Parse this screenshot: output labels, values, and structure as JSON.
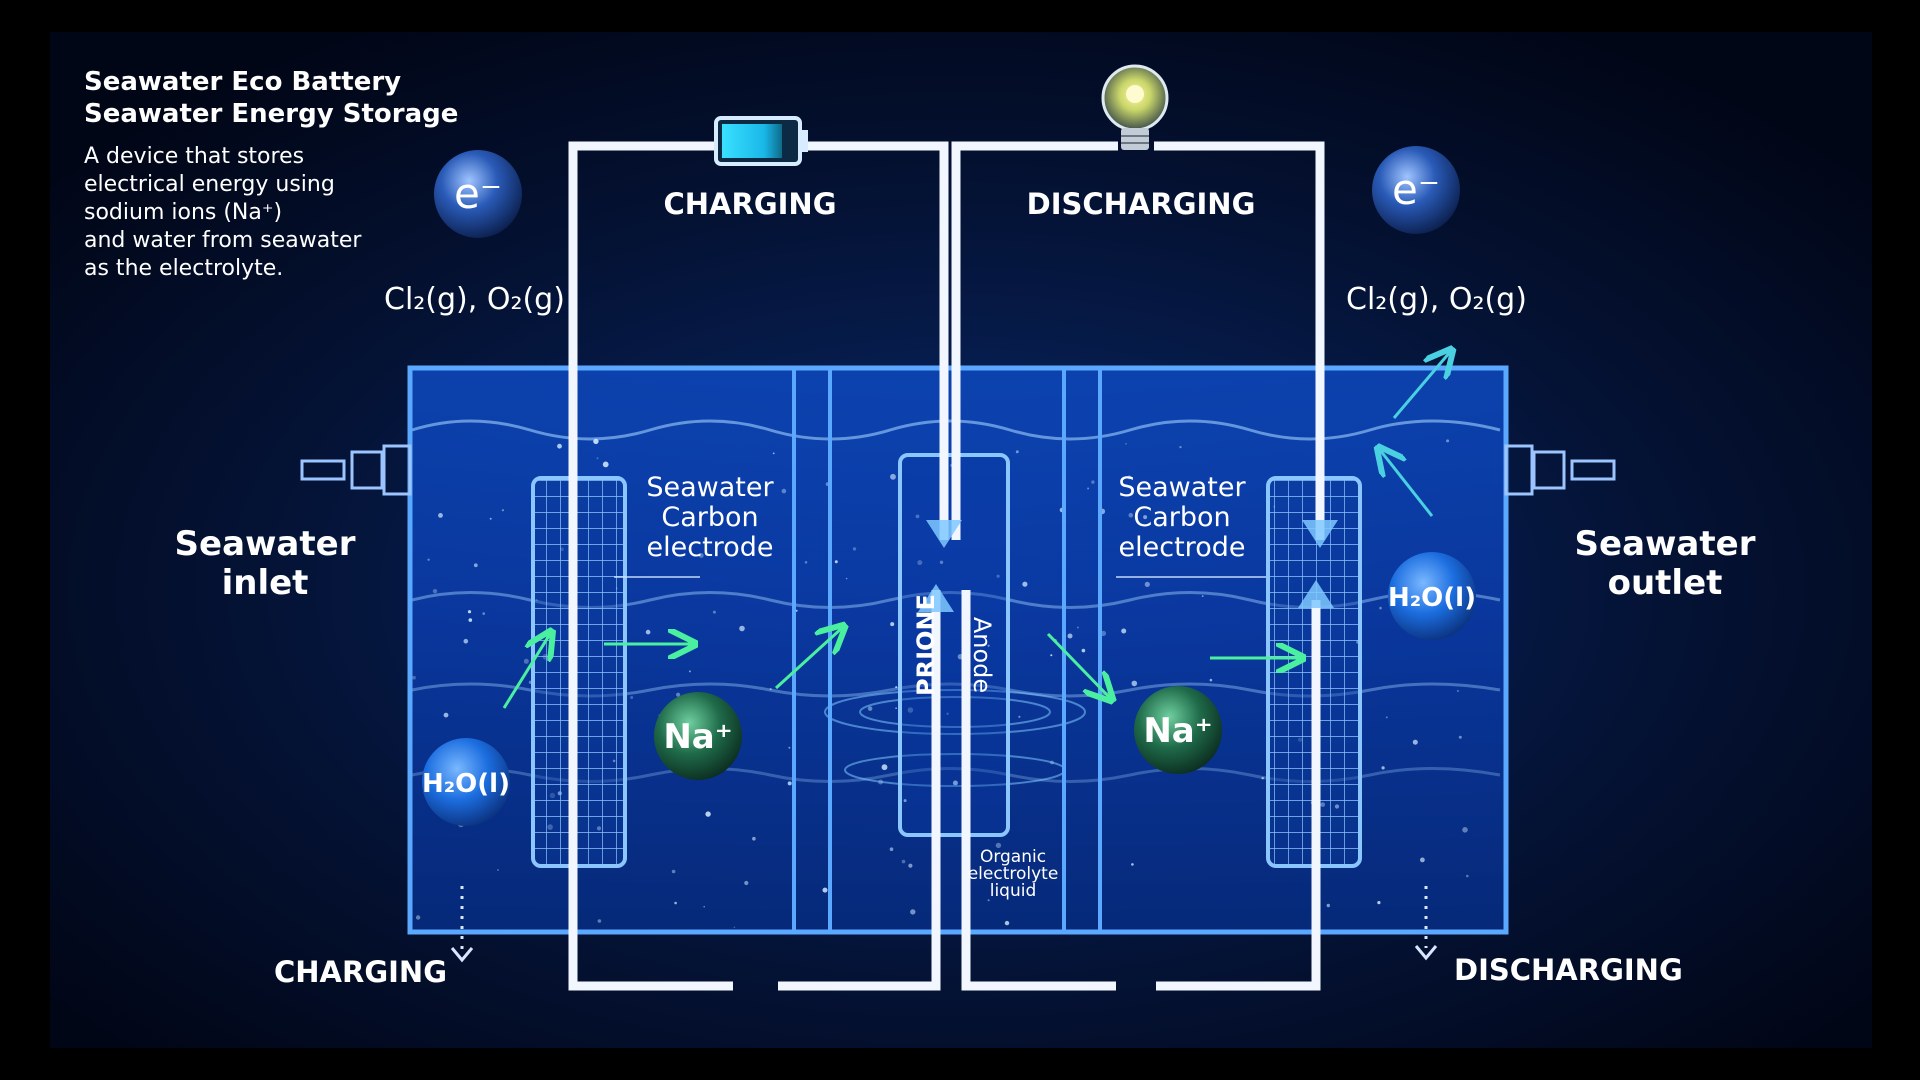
{
  "title": {
    "line1": "Seawater Eco Battery",
    "line2": "Seawater Energy Storage"
  },
  "description": [
    "A device that stores",
    "electrical energy using",
    "sodium ions (Na⁺)",
    "and water from seawater",
    "as the electrolyte."
  ],
  "gas_left": "Cl₂(g), O₂(g)",
  "gas_right": "Cl₂(g), O₂(g)",
  "electron_symbol": "e⁻",
  "circuit": {
    "charging_label": "CHARGING",
    "discharging_label": "DISCHARGING",
    "battery_icon": "battery-charging-icon",
    "bulb_icon": "light-bulb-icon"
  },
  "left_cell": {
    "electrode_label": [
      "Seawater",
      "Carbon",
      "electrode"
    ],
    "ion_label": "Na⁺",
    "water_label": "H₂O(l)"
  },
  "right_cell": {
    "electrode_label": [
      "Seawater",
      "Carbon",
      "electrode"
    ],
    "ion_label": "Na⁺",
    "water_label": "H₂O(l)"
  },
  "center": {
    "membrane_label": "PRIONE",
    "anode_label": "Anode",
    "organic_label": [
      "Organic",
      "electrolyte",
      "liquid"
    ]
  },
  "inlet_label": [
    "Seawater",
    "inlet"
  ],
  "outlet_label": [
    "Seawater",
    "outlet"
  ],
  "bottom_left_label": "CHARGING",
  "bottom_right_label": "DISCHARGING",
  "colors": {
    "background": "#020a1c",
    "water": "#0b3a9a",
    "wire": "#f2f6ff",
    "tank_outline": "#5aa8ff",
    "sodium_ion": "#1f6b4a",
    "water_molecule": "#1c6ee0",
    "arrow_green": "#4af0a0"
  }
}
